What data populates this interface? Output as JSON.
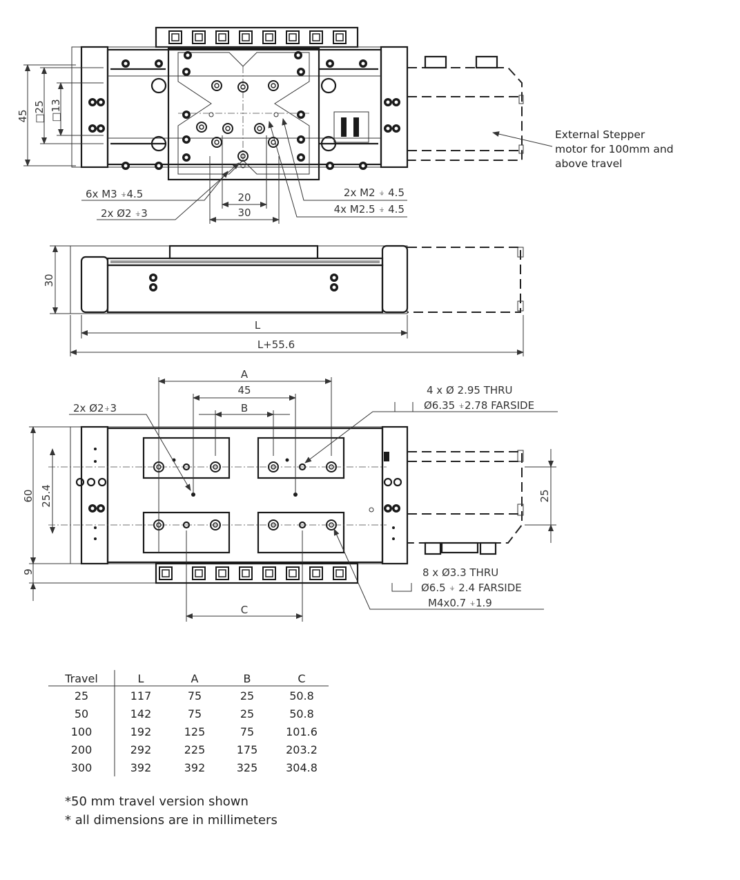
{
  "top_view": {
    "dim_45": "45",
    "dim_sq25": "□25",
    "dim_sq13": "□13",
    "dim_20": "20",
    "dim_30": "30",
    "callout_m3": "6x M3 ⍖4.5",
    "callout_dia2": "2x Ø2 ⍖3",
    "callout_m2": "2x M2 ⍖ 4.5",
    "callout_m25": "4x M2.5 ⍖ 4.5",
    "motor_note": [
      "External Stepper",
      "motor for 100mm and",
      "above travel"
    ]
  },
  "side_view": {
    "dim_30": "30",
    "dim_L": "L",
    "dim_L556": "L+55.6"
  },
  "bottom_view": {
    "dim_A": "A",
    "dim_45": "45",
    "dim_B": "B",
    "dim_C": "C",
    "dim_60": "60",
    "dim_254": "25.4",
    "dim_9": "9",
    "dim_25": "25",
    "callout_dia2": "2x Ø2⍖3",
    "callout_thru295": [
      "4 x Ø 2.95 THRU",
      "Ø6.35 ⍖2.78 FARSIDE"
    ],
    "callout_thru33": [
      "8 x Ø3.3 THRU",
      "Ø6.5 ⍖ 2.4 FARSIDE",
      "M4x0.7 ⍖1.9"
    ]
  },
  "table": {
    "headers": [
      "Travel",
      "L",
      "A",
      "B",
      "C"
    ],
    "rows": [
      [
        "25",
        "117",
        "75",
        "25",
        "50.8"
      ],
      [
        "50",
        "142",
        "75",
        "25",
        "50.8"
      ],
      [
        "100",
        "192",
        "125",
        "75",
        "101.6"
      ],
      [
        "200",
        "292",
        "225",
        "175",
        "203.2"
      ],
      [
        "300",
        "392",
        "392",
        "325",
        "304.8"
      ]
    ]
  },
  "footnotes": [
    "*50 mm travel version shown",
    "* all dimensions are in millimeters"
  ]
}
